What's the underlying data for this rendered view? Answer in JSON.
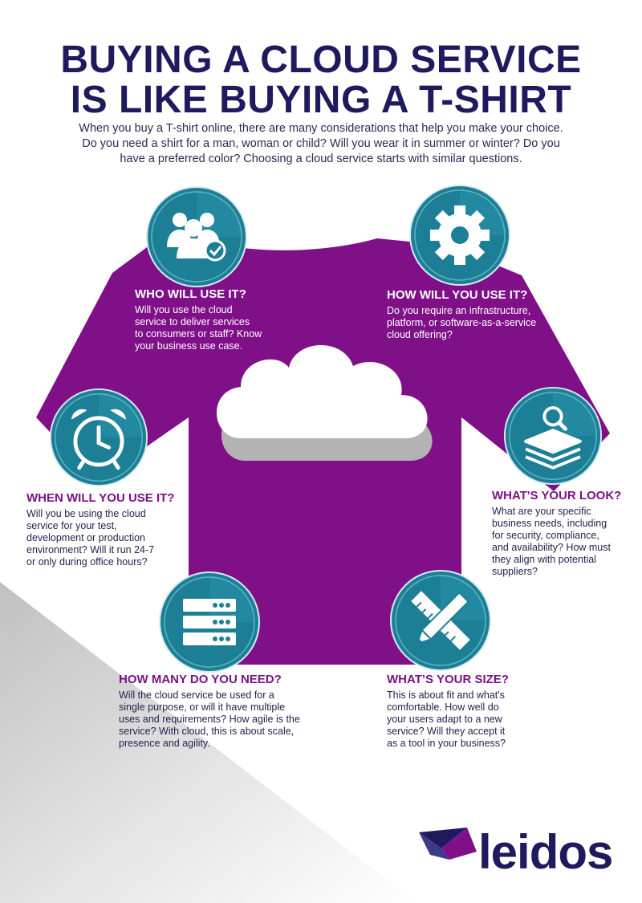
{
  "title": {
    "line1": "BUYING A CLOUD SERVICE",
    "line2": "IS LIKE BUYING A T-SHIRT"
  },
  "intro": {
    "lines": [
      "When you buy a T-shirt online, there are many considerations that help you make your choice.",
      "Do you need a shirt for a man, woman or child? Will you wear it in summer or winter? Do you",
      "have a preferred color? Choosing a cloud service starts with similar questions."
    ]
  },
  "colors": {
    "shirt": "#7f1088",
    "teal": "#1c7f96",
    "navy": "#1f1a5e",
    "heading_purple": "#7a1186"
  },
  "sections": {
    "who": {
      "icon": "users-check-icon",
      "heading": "WHO WILL USE IT?",
      "lines": [
        "Will you use the cloud",
        "service to deliver services",
        "to consumers or staff? Know",
        "your business use case."
      ]
    },
    "how": {
      "icon": "gear-icon",
      "heading": "HOW WILL YOU USE IT?",
      "lines": [
        "Do you require an infrastructure,",
        "platform, or software-as-a-service",
        "cloud offering?"
      ]
    },
    "when": {
      "icon": "alarm-clock-icon",
      "heading": "WHEN WILL YOU USE IT?",
      "lines": [
        "Will you be using the cloud",
        "service for your test,",
        "development or production",
        "environment? Will it run 24-7",
        "or only during office hours?"
      ]
    },
    "look": {
      "icon": "layers-search-icon",
      "heading": "WHAT'S YOUR LOOK?",
      "lines": [
        "What are your specific",
        "business needs, including",
        "for security, compliance,",
        "and availability? How must",
        "they align with potential",
        "suppliers?"
      ]
    },
    "many": {
      "icon": "server-stack-icon",
      "heading": "HOW MANY DO YOU NEED?",
      "lines": [
        "Will the cloud service be used for a",
        "single purpose, or will it have multiple",
        "uses and requirements? How agile is the",
        "service? With cloud, this is about scale,",
        "presence and agility."
      ]
    },
    "size": {
      "icon": "pencil-ruler-icon",
      "heading": "WHAT’S YOUR SIZE?",
      "lines": [
        "This is about fit and what's",
        "comfortable. How well do",
        "your users adapt to a new",
        "service? Will they accept it",
        "as a tool in your business?"
      ]
    }
  },
  "logo": {
    "text": "leidos"
  }
}
